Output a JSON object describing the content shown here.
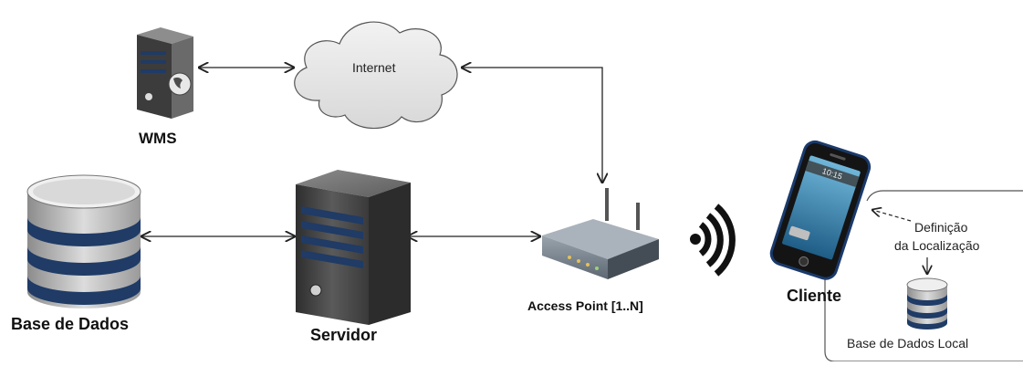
{
  "nodes": {
    "wms": {
      "label": "WMS"
    },
    "internet": {
      "label": "Internet"
    },
    "database": {
      "label": "Base de Dados"
    },
    "server": {
      "label": "Servidor"
    },
    "access_point": {
      "label": "Access Point [1..N]"
    },
    "client": {
      "label": "Cliente"
    },
    "phone_screen_time": {
      "label": "10:15"
    },
    "local_database": {
      "label": "Base de Dados Local"
    }
  },
  "annotations": {
    "location_definition": {
      "line1": "Definição",
      "line2": "da Localização"
    }
  },
  "colors": {
    "arrow": "#222222",
    "cloud_fill": "#e6e6e6",
    "server_body": "#4a4a4a",
    "db_band": "#1f3b66",
    "phone_frame": "#1a3a6b"
  }
}
